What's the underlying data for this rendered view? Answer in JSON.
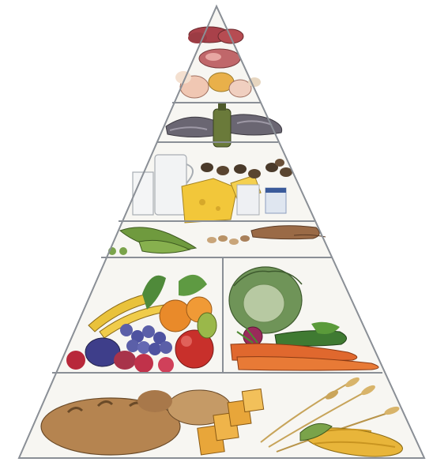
{
  "illustration": {
    "subject": "food-pyramid",
    "tiers": [
      {
        "id": "meats-sweets",
        "foods": [
          "sausages",
          "red-meat",
          "chicken",
          "eggs"
        ]
      },
      {
        "id": "fish-oils",
        "foods": [
          "fish",
          "olive-oil-bottle"
        ]
      },
      {
        "id": "dairy-nuts",
        "foods": [
          "milk-jug",
          "milk-glass",
          "cheese",
          "yogurt",
          "nuts"
        ]
      },
      {
        "id": "legumes",
        "foods": [
          "pea-pods",
          "beans",
          "peas"
        ]
      },
      {
        "id": "fruits",
        "foods": [
          "bananas",
          "grapes",
          "apples",
          "pears",
          "oranges",
          "plums"
        ]
      },
      {
        "id": "vegetables",
        "foods": [
          "cabbage",
          "carrots",
          "peppers",
          "radish",
          "cucumber"
        ]
      },
      {
        "id": "grains",
        "foods": [
          "bread-loaves",
          "crackers",
          "wheat",
          "corn-cob"
        ]
      }
    ],
    "colors": {
      "outline": "#8a8f96",
      "background": "#f7f6f2",
      "bread": "#b58450",
      "corn": "#e8b53a",
      "cabbage": "#7fa06a",
      "carrot": "#e0682e",
      "grape": "#5b5fa8",
      "apple": "#c8302b",
      "banana": "#e9c23b",
      "cheese": "#f2c73a",
      "fish": "#6a6672",
      "pea": "#6f9a3e",
      "meat": "#b24a46"
    }
  }
}
